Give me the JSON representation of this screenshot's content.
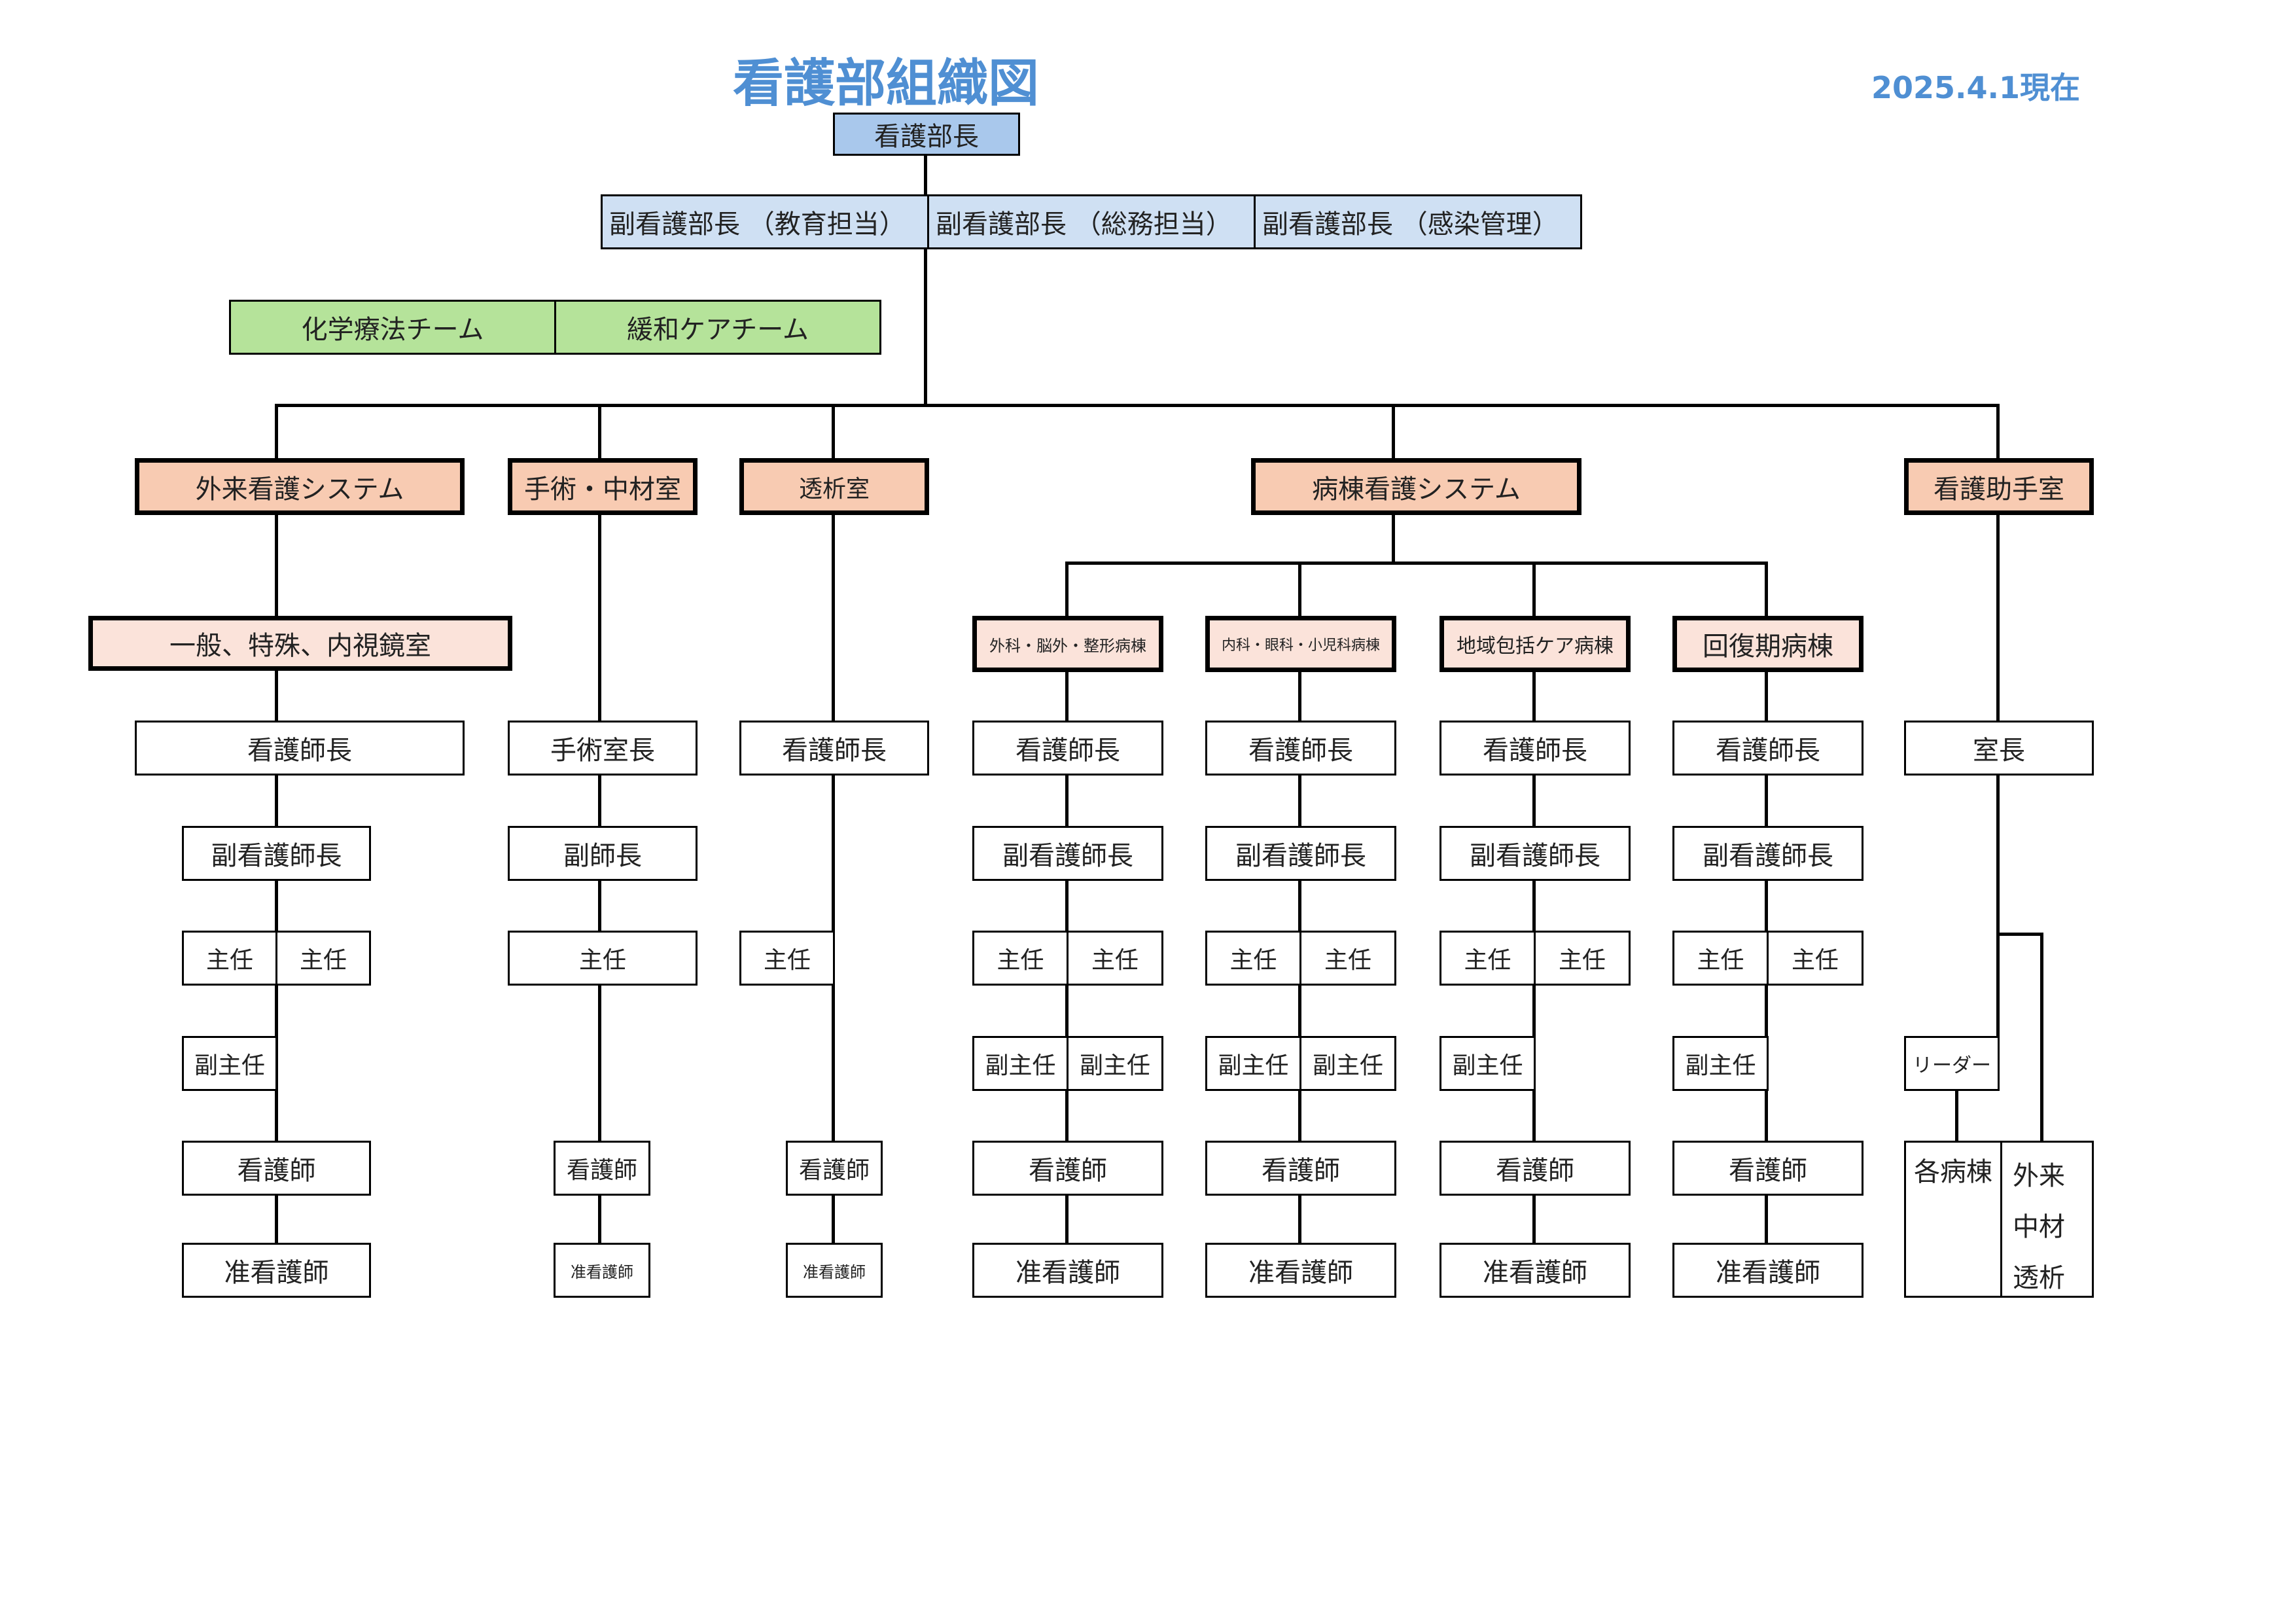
{
  "header": {
    "title": "看護部組織図",
    "date": "2025.4.1現在"
  },
  "director": "看護部長",
  "vice_directors": [
    "副看護部長 （教育担当）",
    "副看護部長 （総務担当）",
    "副看護部長 （感染管理）"
  ],
  "teams": [
    "化学療法チーム",
    "緩和ケアチーム"
  ],
  "departments": {
    "outpatient": {
      "label": "外来看護システム",
      "unit": "一般、特殊、内視鏡室",
      "head": "看護師長",
      "deputy": "副看護師長",
      "chiefs": [
        "主任",
        "主任"
      ],
      "subchief": "副主任",
      "nurse": "看護師",
      "assoc": "准看護師"
    },
    "surgery": {
      "label": "手術・中材室",
      "head": "手術室長",
      "deputy": "副師長",
      "chief": "主任",
      "nurse": "看護師",
      "assoc": "准看護師"
    },
    "dialysis": {
      "label": "透析室",
      "head": "看護師長",
      "chief": "主任",
      "nurse": "看護師",
      "assoc": "准看護師"
    },
    "ward": {
      "label": "病棟看護システム",
      "wards": [
        {
          "name": "外科・脳外・整形病棟",
          "head": "看護師長",
          "deputy": "副看護師長",
          "chiefs": [
            "主任",
            "主任"
          ],
          "subchiefs": [
            "副主任",
            "副主任"
          ],
          "nurse": "看護師",
          "assoc": "准看護師"
        },
        {
          "name": "内科・眼科・小児科病棟",
          "head": "看護師長",
          "deputy": "副看護師長",
          "chiefs": [
            "主任",
            "主任"
          ],
          "subchiefs": [
            "副主任",
            "副主任"
          ],
          "nurse": "看護師",
          "assoc": "准看護師"
        },
        {
          "name": "地域包括ケア病棟",
          "head": "看護師長",
          "deputy": "副看護師長",
          "chiefs": [
            "主任",
            "主任"
          ],
          "subchiefs": [
            "副主任"
          ],
          "nurse": "看護師",
          "assoc": "准看護師"
        },
        {
          "name": "回復期病棟",
          "head": "看護師長",
          "deputy": "副看護師長",
          "chiefs": [
            "主任",
            "主任"
          ],
          "subchiefs": [
            "副主任"
          ],
          "nurse": "看護師",
          "assoc": "准看護師"
        }
      ]
    },
    "aide": {
      "label": "看護助手室",
      "head": "室長",
      "leader": "リーダー",
      "ward_staff": "各病棟",
      "other_staff": [
        "外来",
        "中材",
        "透析"
      ]
    }
  }
}
